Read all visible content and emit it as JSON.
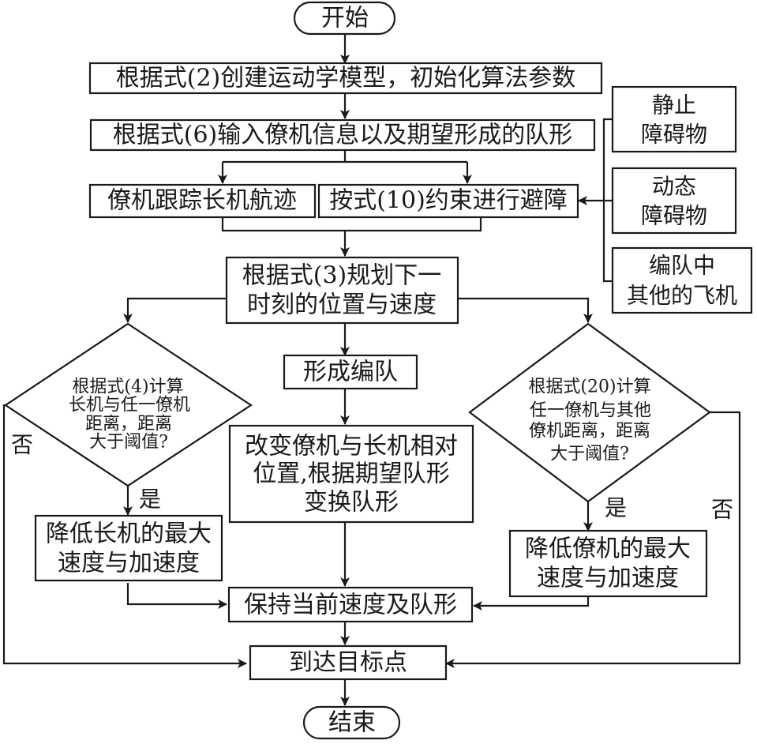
{
  "diagram": {
    "type": "flowchart",
    "nodes": {
      "start": {
        "text": "开始"
      },
      "init": {
        "text": "根据式(2)创建运动学模型，初始化算法参数"
      },
      "input": {
        "text": "根据式(6)输入僚机信息以及期望形成的队形"
      },
      "track": {
        "text": "僚机跟踪长机航迹"
      },
      "avoid": {
        "text": "按式(10)约束进行避障"
      },
      "static_obstacle": {
        "lines": [
          "静止",
          "障碍物"
        ]
      },
      "dynamic_obstacle": {
        "lines": [
          "动态",
          "障碍物"
        ]
      },
      "other_planes": {
        "lines": [
          "编队中",
          "其他的飞机"
        ]
      },
      "plan": {
        "lines": [
          "根据式(3)规划下一",
          "时刻的位置与速度"
        ]
      },
      "decision_left": {
        "lines": [
          "根据式(4)计算",
          "长机与任一僚机",
          "距离，距离",
          "大于阈值?"
        ]
      },
      "decision_right": {
        "lines": [
          "根据式(20)计算",
          "任一僚机与其他",
          "僚机距离，距离",
          "大于阈值?"
        ]
      },
      "form": {
        "text": "形成编队"
      },
      "change": {
        "lines": [
          "改变僚机与长机相对",
          "位置,根据期望队形",
          "变换队形"
        ]
      },
      "reduce_leader": {
        "lines": [
          "降低长机的最大",
          "速度与加速度"
        ]
      },
      "reduce_wing": {
        "lines": [
          "降低僚机的最大",
          "速度与加速度"
        ]
      },
      "keep": {
        "text": "保持当前速度及队形"
      },
      "arrive": {
        "text": "到达目标点"
      },
      "end": {
        "text": "结束"
      }
    },
    "edge_labels": {
      "left_yes": "是",
      "left_no": "否",
      "right_yes": "是",
      "right_no": "否"
    },
    "edges": [
      [
        "start",
        "init"
      ],
      [
        "init",
        "input"
      ],
      [
        "input",
        "track"
      ],
      [
        "input",
        "avoid"
      ],
      [
        "static_obstacle",
        "avoid"
      ],
      [
        "dynamic_obstacle",
        "avoid"
      ],
      [
        "other_planes",
        "avoid"
      ],
      [
        "track",
        "plan"
      ],
      [
        "avoid",
        "plan"
      ],
      [
        "plan",
        "decision_left"
      ],
      [
        "plan",
        "form"
      ],
      [
        "plan",
        "decision_right"
      ],
      [
        "form",
        "change"
      ],
      [
        "decision_left",
        "reduce_leader",
        "是"
      ],
      [
        "decision_left",
        "arrive",
        "否"
      ],
      [
        "decision_right",
        "reduce_wing",
        "是"
      ],
      [
        "decision_right",
        "arrive",
        "否"
      ],
      [
        "change",
        "keep"
      ],
      [
        "reduce_leader",
        "keep"
      ],
      [
        "reduce_wing",
        "keep"
      ],
      [
        "keep",
        "arrive"
      ],
      [
        "arrive",
        "end"
      ]
    ]
  }
}
